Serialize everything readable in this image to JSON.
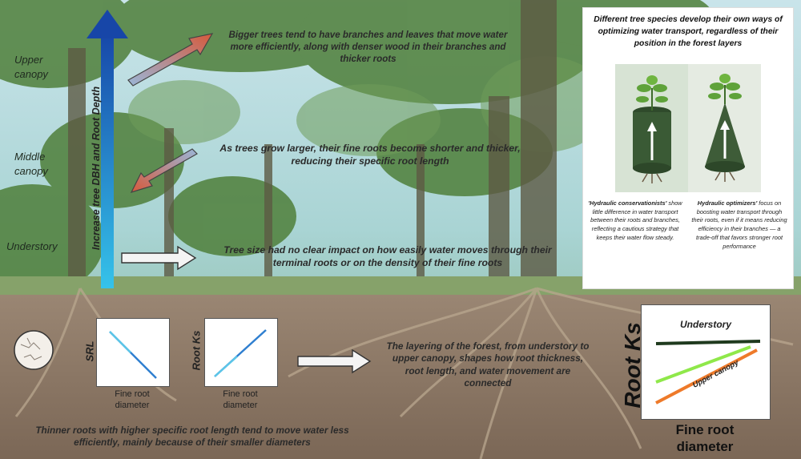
{
  "axis_label": "Increase tree DBH and Root Depth",
  "layers": {
    "upper": "Upper canopy",
    "middle": "Middle canopy",
    "understory": "Understory"
  },
  "findings": {
    "bigger_trees": "Bigger trees tend to have branches and leaves that move water more efficiently, along with denser wood in their branches and thicker roots",
    "fine_roots": "As trees grow larger, their fine roots become shorter and thicker, reducing their specific root length",
    "no_impact": "Tree size had no clear impact on how easily water moves through their terminal roots or on the density of their fine roots",
    "layering": "The layering of the forest, from understory to upper canopy, shapes how root thickness, root length, and water movement are connected",
    "thinner_roots": "Thinner roots with higher specific root length tend to move water less efficiently, mainly because of their smaller diameters"
  },
  "panel": {
    "title": "Different tree species develop their own ways of optimizing water transport, regardless of their position in the forest layers",
    "conservationists": {
      "term": "'Hydraulic conservationists'",
      "text": "show little difference in water transport between their roots and branches, reflecting a cautious strategy that keeps their water flow steady."
    },
    "optimizers": {
      "term": "Hydraulic optimizers'",
      "text": "focus on boosting water transport through their roots, even if it means reducing efficiency in their branches — a trade-off that favors stronger root performance"
    }
  },
  "mini_plots": {
    "srl": {
      "ylabel": "SRL",
      "xlabel": "Fine root diameter"
    },
    "ks": {
      "ylabel": "Root Ks",
      "xlabel": "Fine root diameter"
    }
  },
  "big_plot": {
    "ylabel": "Root Ks",
    "xlabel": "Fine root diameter",
    "line1": "Understory",
    "line2": "Upper canopy"
  },
  "colors": {
    "axis_arrow_top": "#1746a8",
    "axis_arrow_bottom": "#35c3ea",
    "understory_line": "#1f3a1e",
    "middle_line": "#8fe84a",
    "upper_line": "#ee7a2a",
    "mini_line": "#2f7fd0"
  }
}
